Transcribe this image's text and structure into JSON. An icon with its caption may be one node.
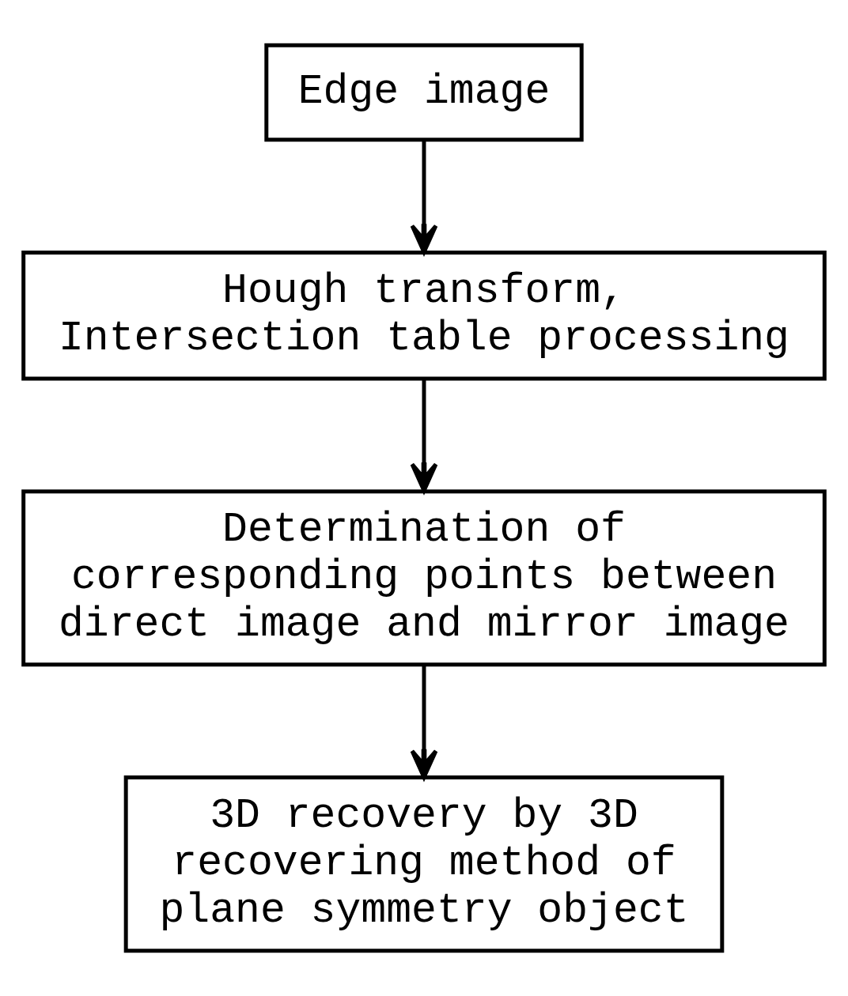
{
  "diagram": {
    "nodes": [
      {
        "text": [
          "Edge image"
        ]
      },
      {
        "text": [
          "Hough transform, Intersection table processing"
        ]
      },
      {
        "text": [
          "Determination of corresponding points between direct image and mirror image"
        ]
      },
      {
        "text": [
          "3D recovery by 3D recovering method of plane symmetry object"
        ]
      }
    ],
    "edges": [
      {
        "from": 0,
        "to": 1,
        "arrow": "to"
      },
      {
        "from": 1,
        "to": 2,
        "arrow": "to"
      },
      {
        "from": 2,
        "to": 3,
        "arrow": "to"
      }
    ]
  }
}
